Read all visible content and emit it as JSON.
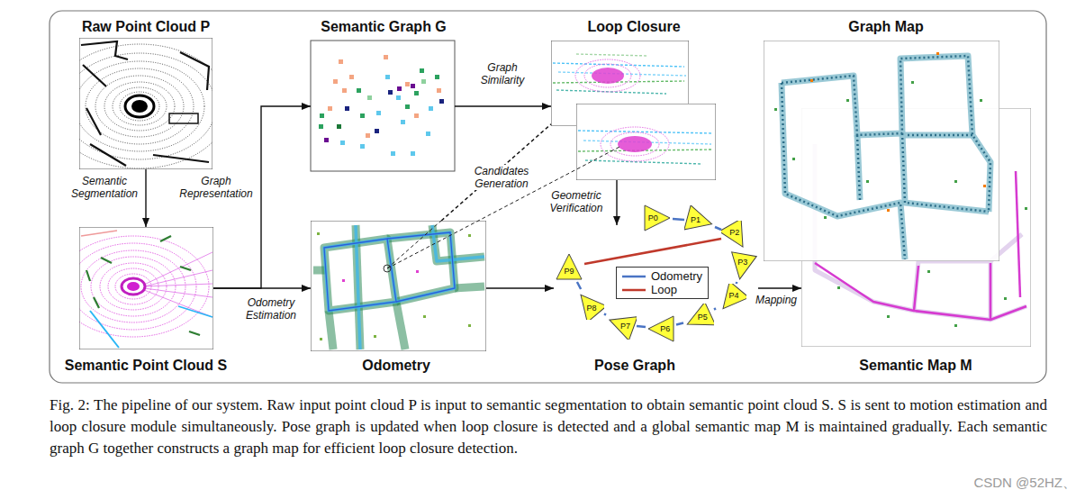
{
  "diagram": {
    "caption": "Fig. 2: The pipeline of our system. Raw input point cloud P is input to semantic segmentation to obtain semantic point cloud S. S is sent to motion estimation and loop closure module simultaneously. Pose graph is updated when loop closure is detected and a global semantic map M is maintained gradually. Each semantic graph G together constructs a graph map for efficient loop closure detection.",
    "nodes": [
      {
        "text": [
          "Raw Point Cloud P"
        ]
      },
      {
        "text": [
          "Semantic Point Cloud S"
        ]
      },
      {
        "text": [
          "Semantic Graph G"
        ]
      },
      {
        "text": [
          "Odometry"
        ]
      },
      {
        "text": [
          "Loop Closure"
        ]
      },
      {
        "text": [
          "Pose Graph"
        ]
      },
      {
        "text": [
          "P0"
        ],
        "in": 5
      },
      {
        "text": [
          "P1"
        ],
        "in": 5
      },
      {
        "text": [
          "P2"
        ],
        "in": 5
      },
      {
        "text": [
          "P3"
        ],
        "in": 5
      },
      {
        "text": [
          "P4"
        ],
        "in": 5
      },
      {
        "text": [
          "P5"
        ],
        "in": 5
      },
      {
        "text": [
          "P6"
        ],
        "in": 5
      },
      {
        "text": [
          "P7"
        ],
        "in": 5
      },
      {
        "text": [
          "P8"
        ],
        "in": 5
      },
      {
        "text": [
          "P9"
        ],
        "in": 5
      },
      {
        "text": [
          "Graph Map"
        ]
      },
      {
        "text": [
          "Semantic Map M"
        ]
      }
    ],
    "edges": [
      {
        "from": 0,
        "to": 1,
        "arrow": "to",
        "label": "Semantic Segmentation"
      },
      {
        "from": 1,
        "to": 2,
        "arrow": "to",
        "label": "Graph Representation"
      },
      {
        "from": 1,
        "to": 3,
        "arrow": "to",
        "label": "Odometry Estimation"
      },
      {
        "from": 2,
        "to": 4,
        "arrow": "to",
        "label": "Graph Similarity"
      },
      {
        "from": 3,
        "to": 4,
        "arrow": "none",
        "label": "Candidates Generation"
      },
      {
        "from": 4,
        "to": 5,
        "arrow": "to",
        "label": "Geometric Verification"
      },
      {
        "from": 3,
        "to": 5,
        "arrow": "to"
      },
      {
        "from": 5,
        "to": 17,
        "arrow": "to",
        "label": "Mapping"
      },
      {
        "from": 6,
        "to": 7,
        "arrow": "none"
      },
      {
        "from": 7,
        "to": 8,
        "arrow": "none"
      },
      {
        "from": 8,
        "to": 9,
        "arrow": "none"
      },
      {
        "from": 9,
        "to": 10,
        "arrow": "none"
      },
      {
        "from": 10,
        "to": 11,
        "arrow": "none"
      },
      {
        "from": 11,
        "to": 12,
        "arrow": "none"
      },
      {
        "from": 12,
        "to": 13,
        "arrow": "none"
      },
      {
        "from": 13,
        "to": 14,
        "arrow": "none"
      },
      {
        "from": 14,
        "to": 15,
        "arrow": "none"
      },
      {
        "from": 15,
        "to": 8,
        "arrow": "none"
      }
    ],
    "labels": [
      "CSDN @52HZ、"
    ],
    "legend": [
      {
        "text": "Odometry"
      },
      {
        "text": "Loop"
      }
    ]
  }
}
